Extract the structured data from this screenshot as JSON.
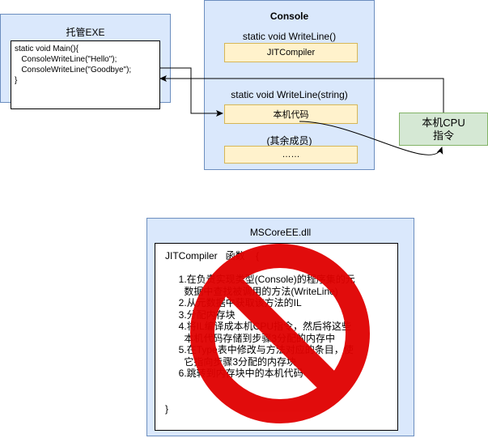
{
  "exe": {
    "title": "托管EXE",
    "code": "static void Main(){\n   ConsoleWriteLine(\"Hello\");\n   ConsoleWriteLine(\"Goodbye\");\n}"
  },
  "console": {
    "title": "Console",
    "method1_label": "static void WriteLine()",
    "method1_box": "JITCompiler",
    "method2_label": "static void WriteLine(string)",
    "method2_box": "本机代码",
    "others_label": "(其余成员)",
    "others_box": "……"
  },
  "cpu": {
    "label_line1": "本机CPU",
    "label_line2": "指令"
  },
  "mscoree": {
    "title": "MSCoreEE.dll",
    "body": "JITCompiler   函数    {\n\n     1.在负责实现类型(Console)的程序集的元\n       数据中查找被调用的方法(WriteLine)\n     2.从元数据中获取该方法的IL\n     3.分配内存块\n     4.将IL编译成本机CPU指令，然后将这些\n       本机代码存储到步骤3分配的内存中\n     5.在Type表中修改与方法对应的条目，使\n       它指向步骤3分配的内存块\n     6.跳转到内存块中的本机代码\n\n\n}"
  },
  "colors": {
    "blue_fill": "#dae8fc",
    "yellow_fill": "#fff2cc",
    "green_fill": "#d5e8d4",
    "prohibit_red": "#e00000"
  }
}
